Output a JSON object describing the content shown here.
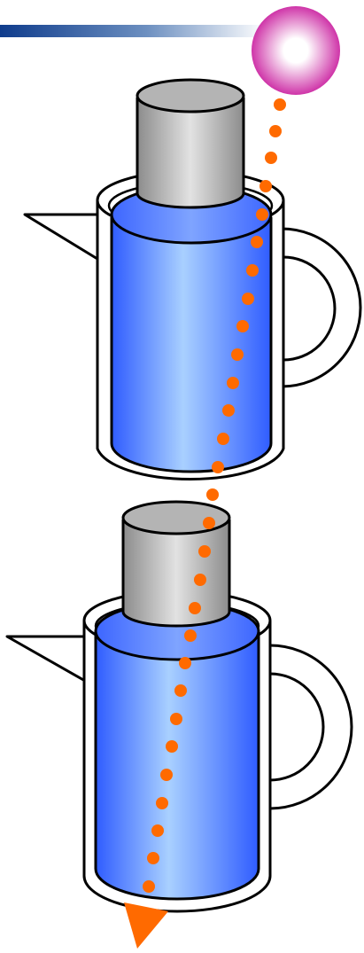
{
  "diagram": {
    "colors": {
      "header_bar_start": "#0f3c8c",
      "header_bar_end": "#ffffff",
      "liquid_edge": "#3a63ff",
      "liquid_center": "#a9d0ff",
      "lid_dark": "#8c8c8c",
      "lid_light": "#e2e2e2",
      "path_dots": "#ff6a00",
      "ball_center": "#ffffff",
      "ball_edge": "#c8189c",
      "outline": "#000000"
    },
    "components": [
      "header-bar",
      "upper-pitcher",
      "lower-pitcher",
      "dotted-path",
      "source-ball",
      "exit-arrow"
    ]
  }
}
